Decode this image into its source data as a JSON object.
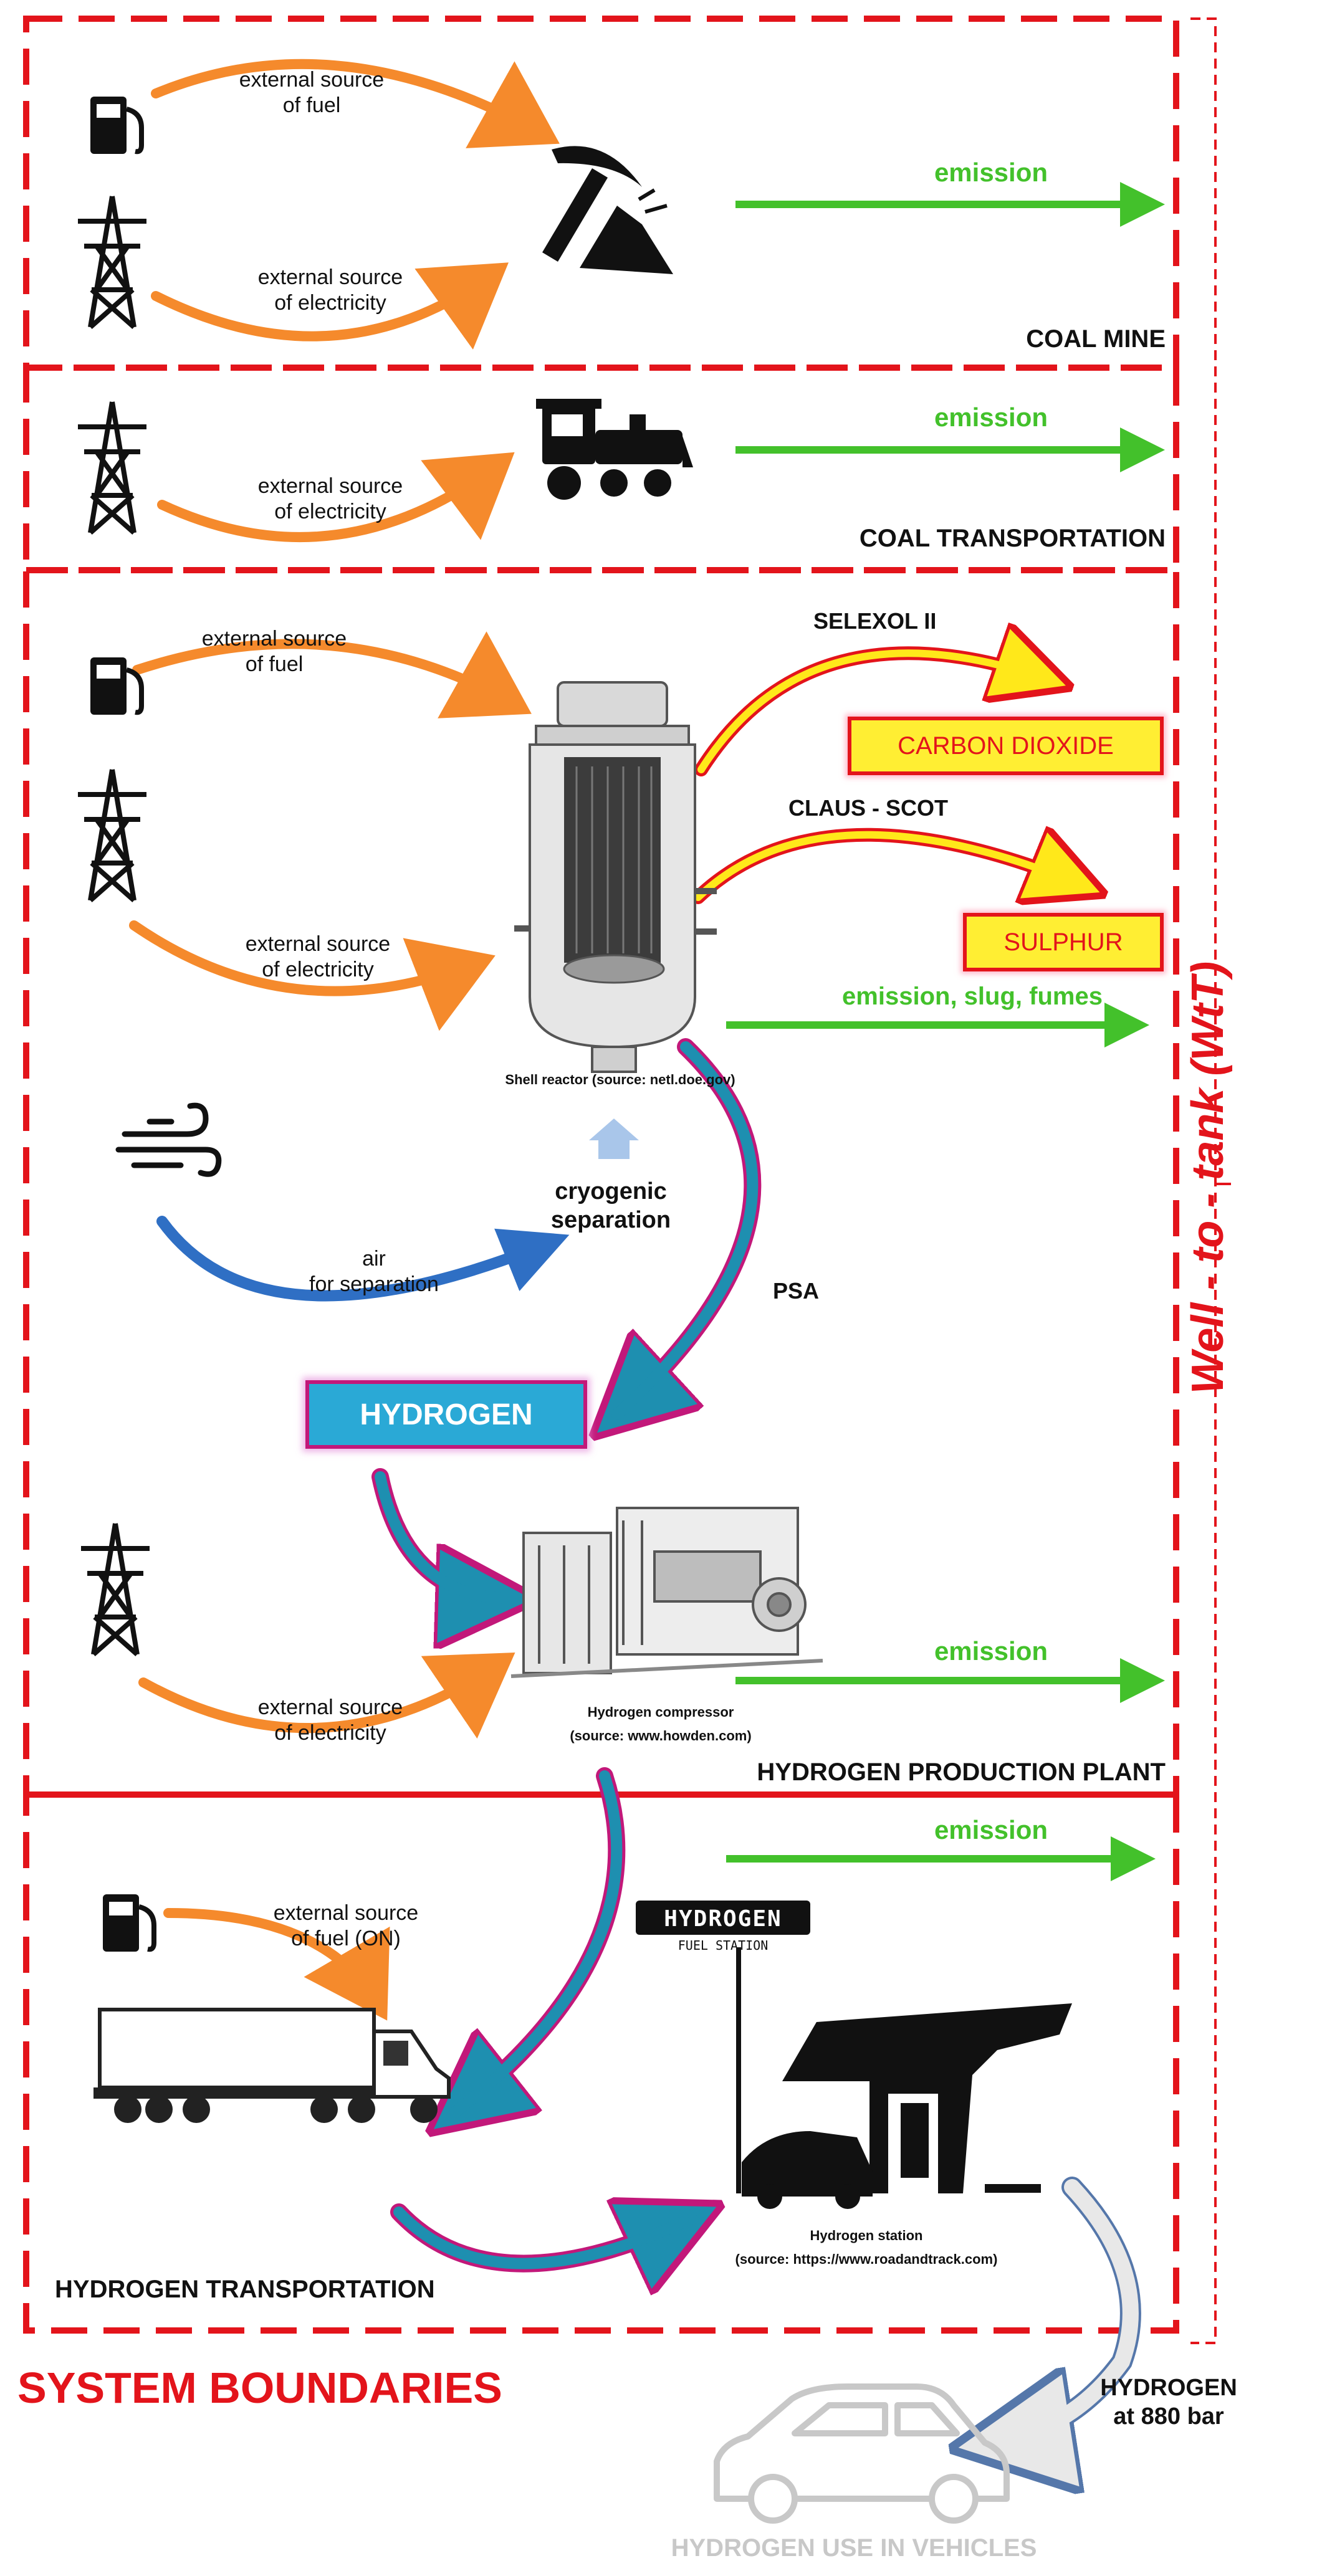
{
  "sections": {
    "coal_mine": {
      "title": "COAL MINE",
      "fuel_label": [
        "external source",
        "of fuel"
      ],
      "electricity_label": [
        "external source",
        "of electricity"
      ],
      "emission": "emission"
    },
    "coal_transportation": {
      "title": "COAL TRANSPORTATION",
      "electricity_label": [
        "external source",
        "of electricity"
      ],
      "emission": "emission"
    },
    "hydrogen_production_plant": {
      "title": "HYDROGEN PRODUCTION PLANT",
      "fuel_label": [
        "external source",
        "of fuel"
      ],
      "electricity_label": [
        "external source",
        "of electricity"
      ],
      "electricity_label_2": [
        "external source",
        "of electricity"
      ],
      "selexol": "SELEXOL II",
      "carbon_dioxide": "CARBON DIOXIDE",
      "claus": "CLAUS - SCOT",
      "sulphur": "SULPHUR",
      "emission_slug": "emission, slug, fumes",
      "reactor_caption": "Shell reactor (source: netl.doe.gov)",
      "cryogenic": [
        "cryogenic",
        "separation"
      ],
      "air_label": [
        "air",
        "for separation"
      ],
      "psa": "PSA",
      "hydrogen": "HYDROGEN",
      "compressor_caption": [
        "Hydrogen compressor",
        "(source: www.howden.com)"
      ],
      "emission": "emission"
    },
    "hydrogen_transportation": {
      "title": "HYDROGEN TRANSPORTATION",
      "fuel_label": [
        "external source",
        "of fuel (ON)"
      ],
      "emission": "emission",
      "station_sign": "HYDROGEN",
      "station_sub": "FUEL STATION",
      "station_caption": [
        "Hydrogen station",
        "(source: https://www.roadandtrack.com)"
      ]
    }
  },
  "wtt_label": "Well - to - tank (WtT)",
  "system_boundaries": "SYSTEM BOUNDARIES",
  "hydrogen_bar": [
    "HYDROGEN",
    "at 880 bar"
  ],
  "vehicles_label": "HYDROGEN USE IN VEHICLES",
  "colors": {
    "boundary": "#e3141b",
    "emission_arrow": "#43c12b",
    "external_arrow": "#f58a2c",
    "hydrogen_box": "#2aa9d6",
    "hydrogen_arrow": "#1e8fb0",
    "yellow_box": "#ffee33",
    "air_arrow": "#2f6fc4",
    "vehicle_grey": "#c8c8c8"
  }
}
